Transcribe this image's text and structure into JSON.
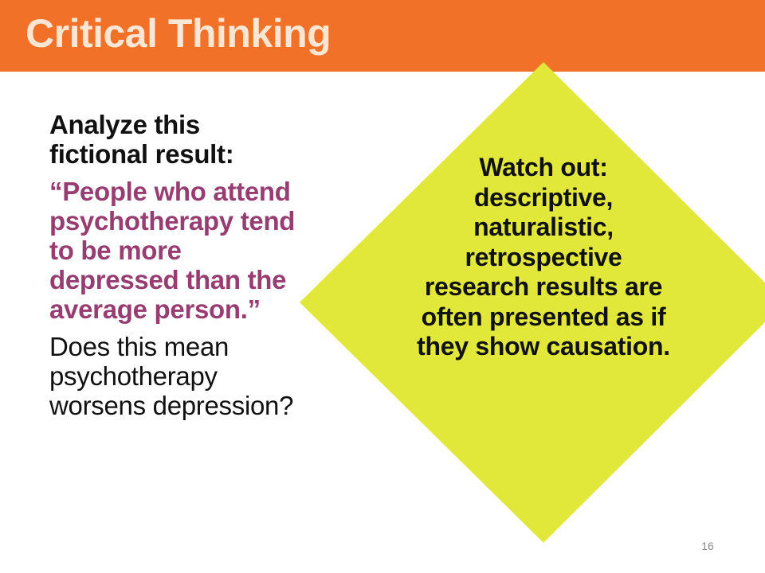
{
  "slide": {
    "title": "Critical Thinking",
    "intro": "Analyze this fictional result:",
    "quote": "“People who attend psychotherapy tend to be more depressed than the average person.”",
    "question": "Does this mean psychotherapy worsens depression?",
    "callout": "Watch out: descriptive, naturalistic, retrospective research results are often presented as if they show causation.",
    "slide_number": "16"
  },
  "colors": {
    "title_bar": "#f07127",
    "title_text": "#fde6d3",
    "quote_text": "#983d72",
    "diamond_fill": "#e2e83a",
    "body_text": "#111111"
  }
}
